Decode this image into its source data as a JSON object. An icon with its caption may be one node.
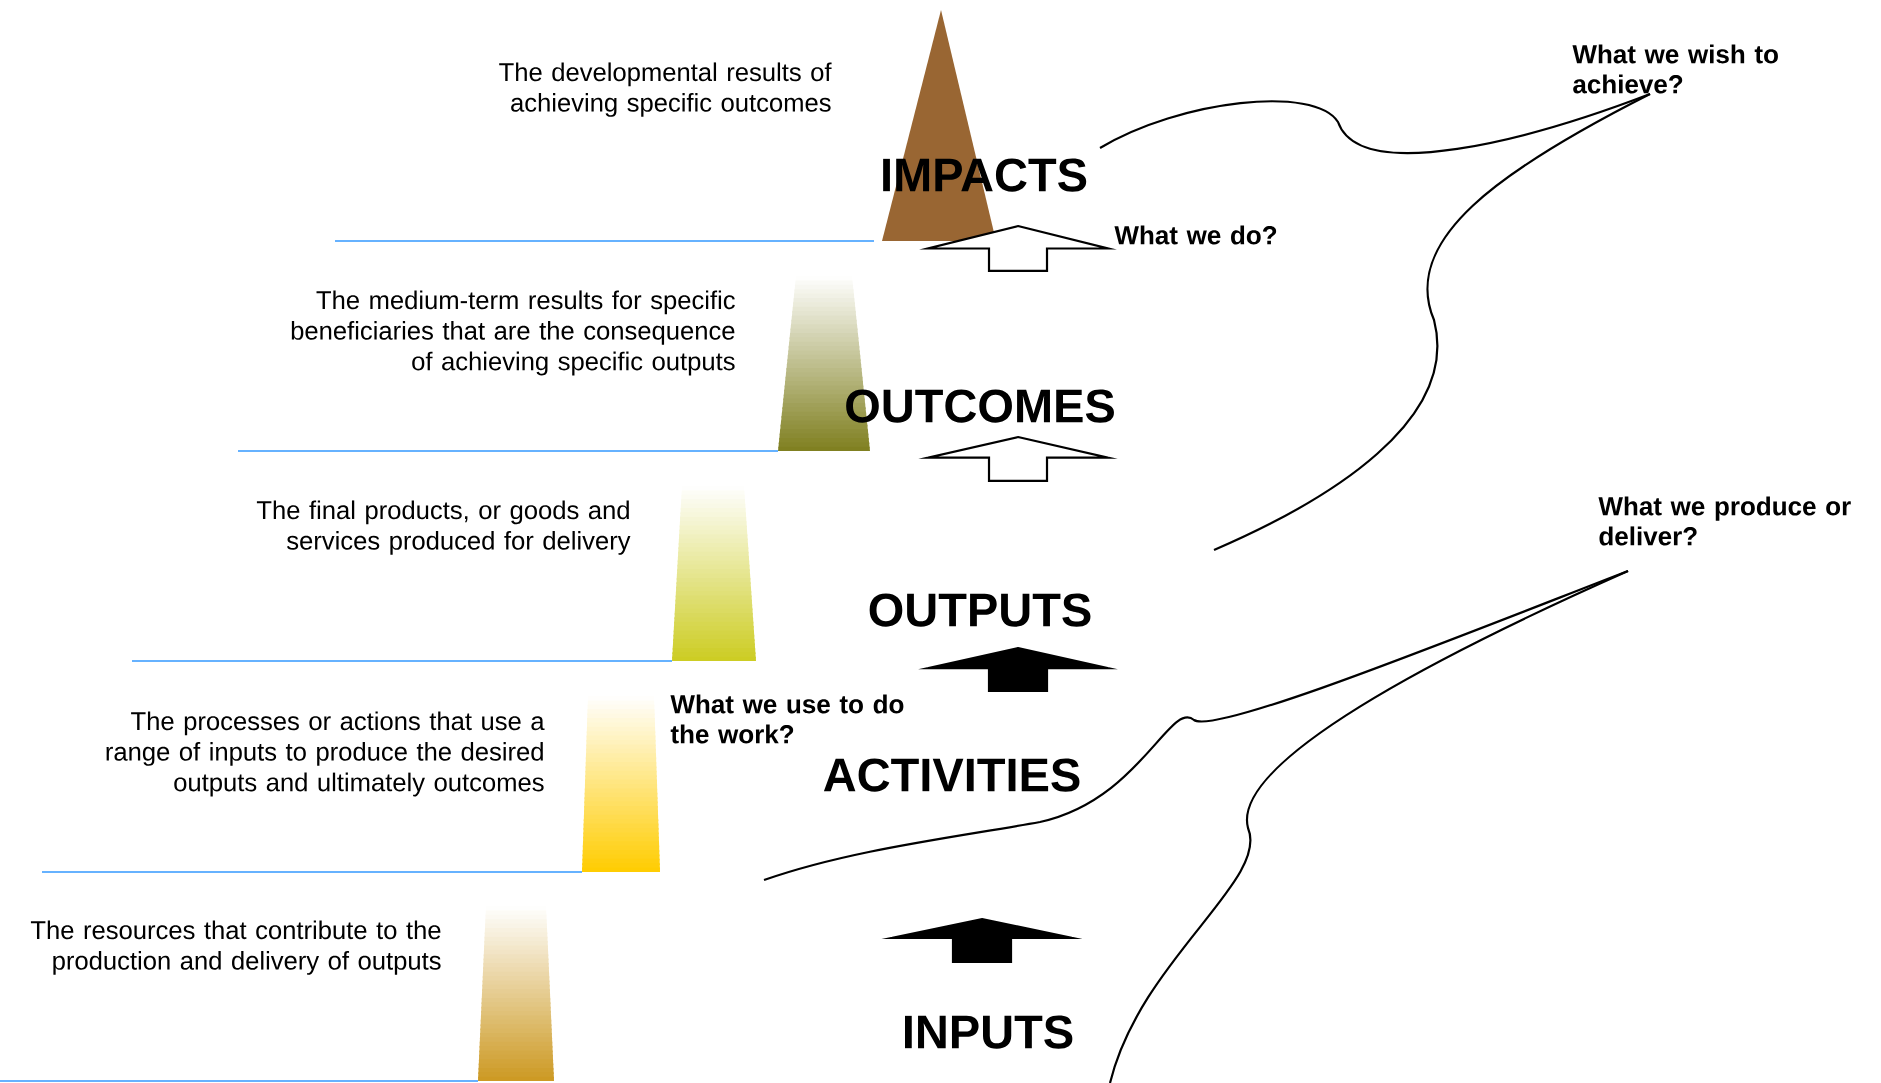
{
  "diagram": {
    "nodes": [
      {
        "text": [
          "IMPACTS"
        ]
      },
      {
        "text": [
          "OUTCOMES"
        ]
      },
      {
        "text": [
          "OUTPUTS"
        ]
      },
      {
        "text": [
          "ACTIVITIES"
        ]
      },
      {
        "text": [
          "INPUTS"
        ]
      }
    ],
    "edges": [
      {
        "from": 1,
        "to": 0,
        "arrow": "to"
      },
      {
        "from": 2,
        "to": 1,
        "arrow": "to"
      },
      {
        "from": 3,
        "to": 2,
        "arrow": "to",
        "color": "#000000"
      },
      {
        "from": 4,
        "to": 3,
        "arrow": "to",
        "color": "#000000"
      }
    ],
    "labels": [
      "The developmental results of achieving specific outcomes",
      "What we wish to achieve?",
      "What we do?",
      "The medium-term results for specific beneficiaries that are the consequence of achieving specific outputs",
      "The final products, or goods and services produced for delivery",
      "What we produce or deliver?",
      "The processes or actions that use a range of inputs to produce the desired outputs and ultimately outcomes",
      "What we use to do the work?",
      "The resources that contribute to the production and delivery of outputs"
    ]
  }
}
